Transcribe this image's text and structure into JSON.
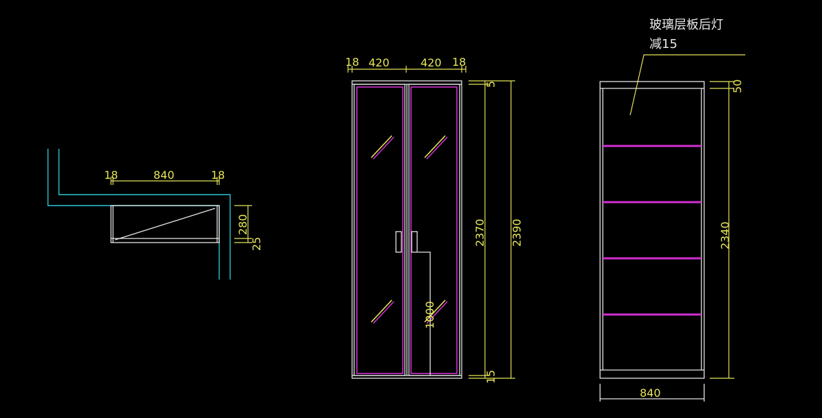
{
  "colors": {
    "background": "#000000",
    "outline": "#e8e8e8",
    "dimension": "#e6e65a",
    "wall": "#29c9cf",
    "glass_frame": "#d22fd2"
  },
  "plan_view": {
    "dims": {
      "left_side": "18",
      "width": "840",
      "right_side": "18",
      "depth": "280",
      "back": "25"
    }
  },
  "front_view": {
    "dims": {
      "left_side": "18",
      "left_door": "420",
      "right_door": "420",
      "right_side": "18",
      "top": "5",
      "inner_height": "2370",
      "total_height": "2390",
      "bottom": "15",
      "handle_height": "1000"
    }
  },
  "section_view": {
    "note_line1": "玻璃层板后灯",
    "note_line2": "减15",
    "dims": {
      "top": "50",
      "height": "2340",
      "width": "840"
    }
  }
}
